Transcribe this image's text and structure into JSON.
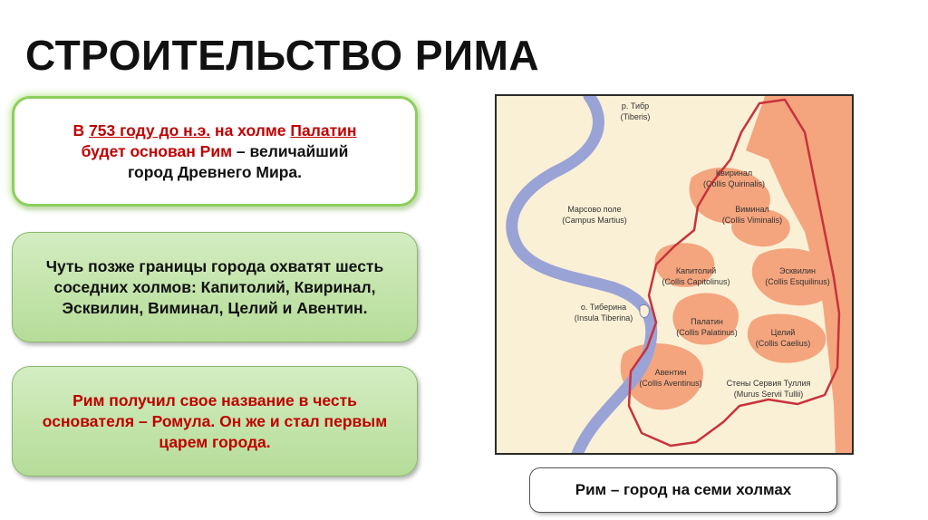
{
  "title": "СТРОИТЕЛЬСТВО РИМА",
  "box1": {
    "pre": "В ",
    "year": "753 году до н.э.",
    "mid": " на холме ",
    "hill": "Палатин",
    "line2": "будет основан Рим",
    "line2_rest": " – величайший",
    "line3": "город Древнего Мира."
  },
  "box2": {
    "text": "Чуть позже границы города охватят шесть соседних холмов: Капитолий, Квиринал, Эсквилин, Виминал, Целий и Авентин."
  },
  "box3": {
    "text": "Рим получил свое название в честь основателя – Ромула. Он же и стал первым царем города."
  },
  "map": {
    "labels": [
      {
        "ru": "р. Тибр",
        "la": "(Tiberis)"
      },
      {
        "ru": "Марсово поле",
        "la": "(Campus Martius)"
      },
      {
        "ru": "Квиринал",
        "la": "(Collis Quirinalis)"
      },
      {
        "ru": "Виминал",
        "la": "(Collis Viminalis)"
      },
      {
        "ru": "Капитолий",
        "la": "(Collis Capitolinus)"
      },
      {
        "ru": "Эсквилин",
        "la": "(Collis Esquilinus)"
      },
      {
        "ru": "о. Тиберина",
        "la": "(Insula Tiberina)"
      },
      {
        "ru": "Палатин",
        "la": "(Collis Palatinus)"
      },
      {
        "ru": "Целий",
        "la": "(Collis Caelius)"
      },
      {
        "ru": "Авентин",
        "la": "(Collis Aventinus)"
      },
      {
        "ru": "Стены Сервия Туллия",
        "la": "(Murus Servii Tullii)"
      }
    ],
    "colors": {
      "background": "#faf0d6",
      "hills": "#f4a57e",
      "wall": "#c8323c",
      "river": "#9aa3d6"
    }
  },
  "caption": "Рим – город на семи холмах"
}
